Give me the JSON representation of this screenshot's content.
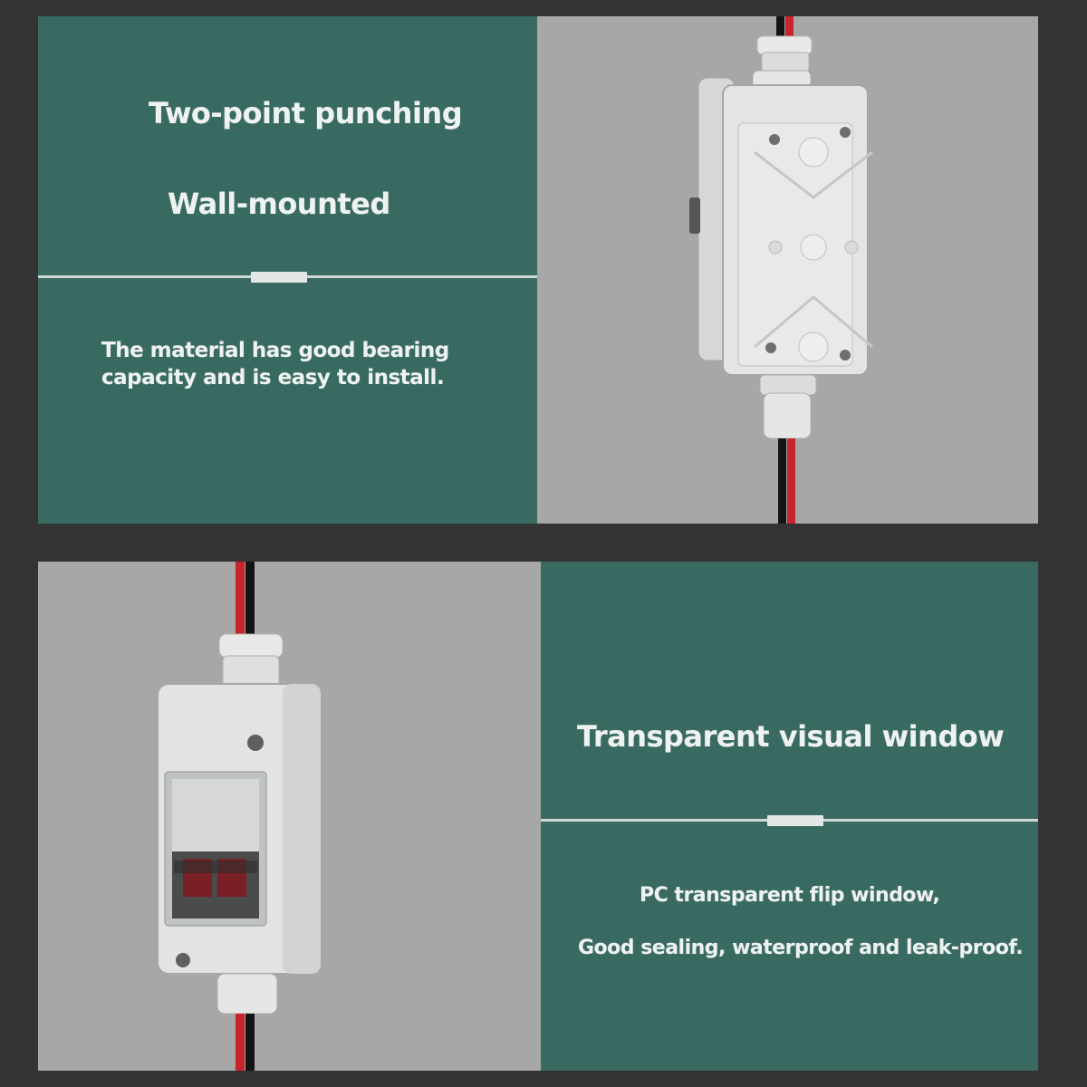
{
  "top_panel": {
    "heading_1": "Two-point punching",
    "heading_2": "Wall-mounted",
    "description_line_1": "The material has good bearing",
    "description_line_2": "capacity and is easy to install."
  },
  "bottom_panel": {
    "heading": "Transparent visual window",
    "description_line_1": "PC transparent flip window,",
    "description_line_2": "Good sealing, waterproof and leak-proof."
  },
  "colors": {
    "panel_teal": "#386a61",
    "photo_background": "#a7a7a8",
    "frame_dark": "#333334",
    "text": "#eef2f0"
  }
}
